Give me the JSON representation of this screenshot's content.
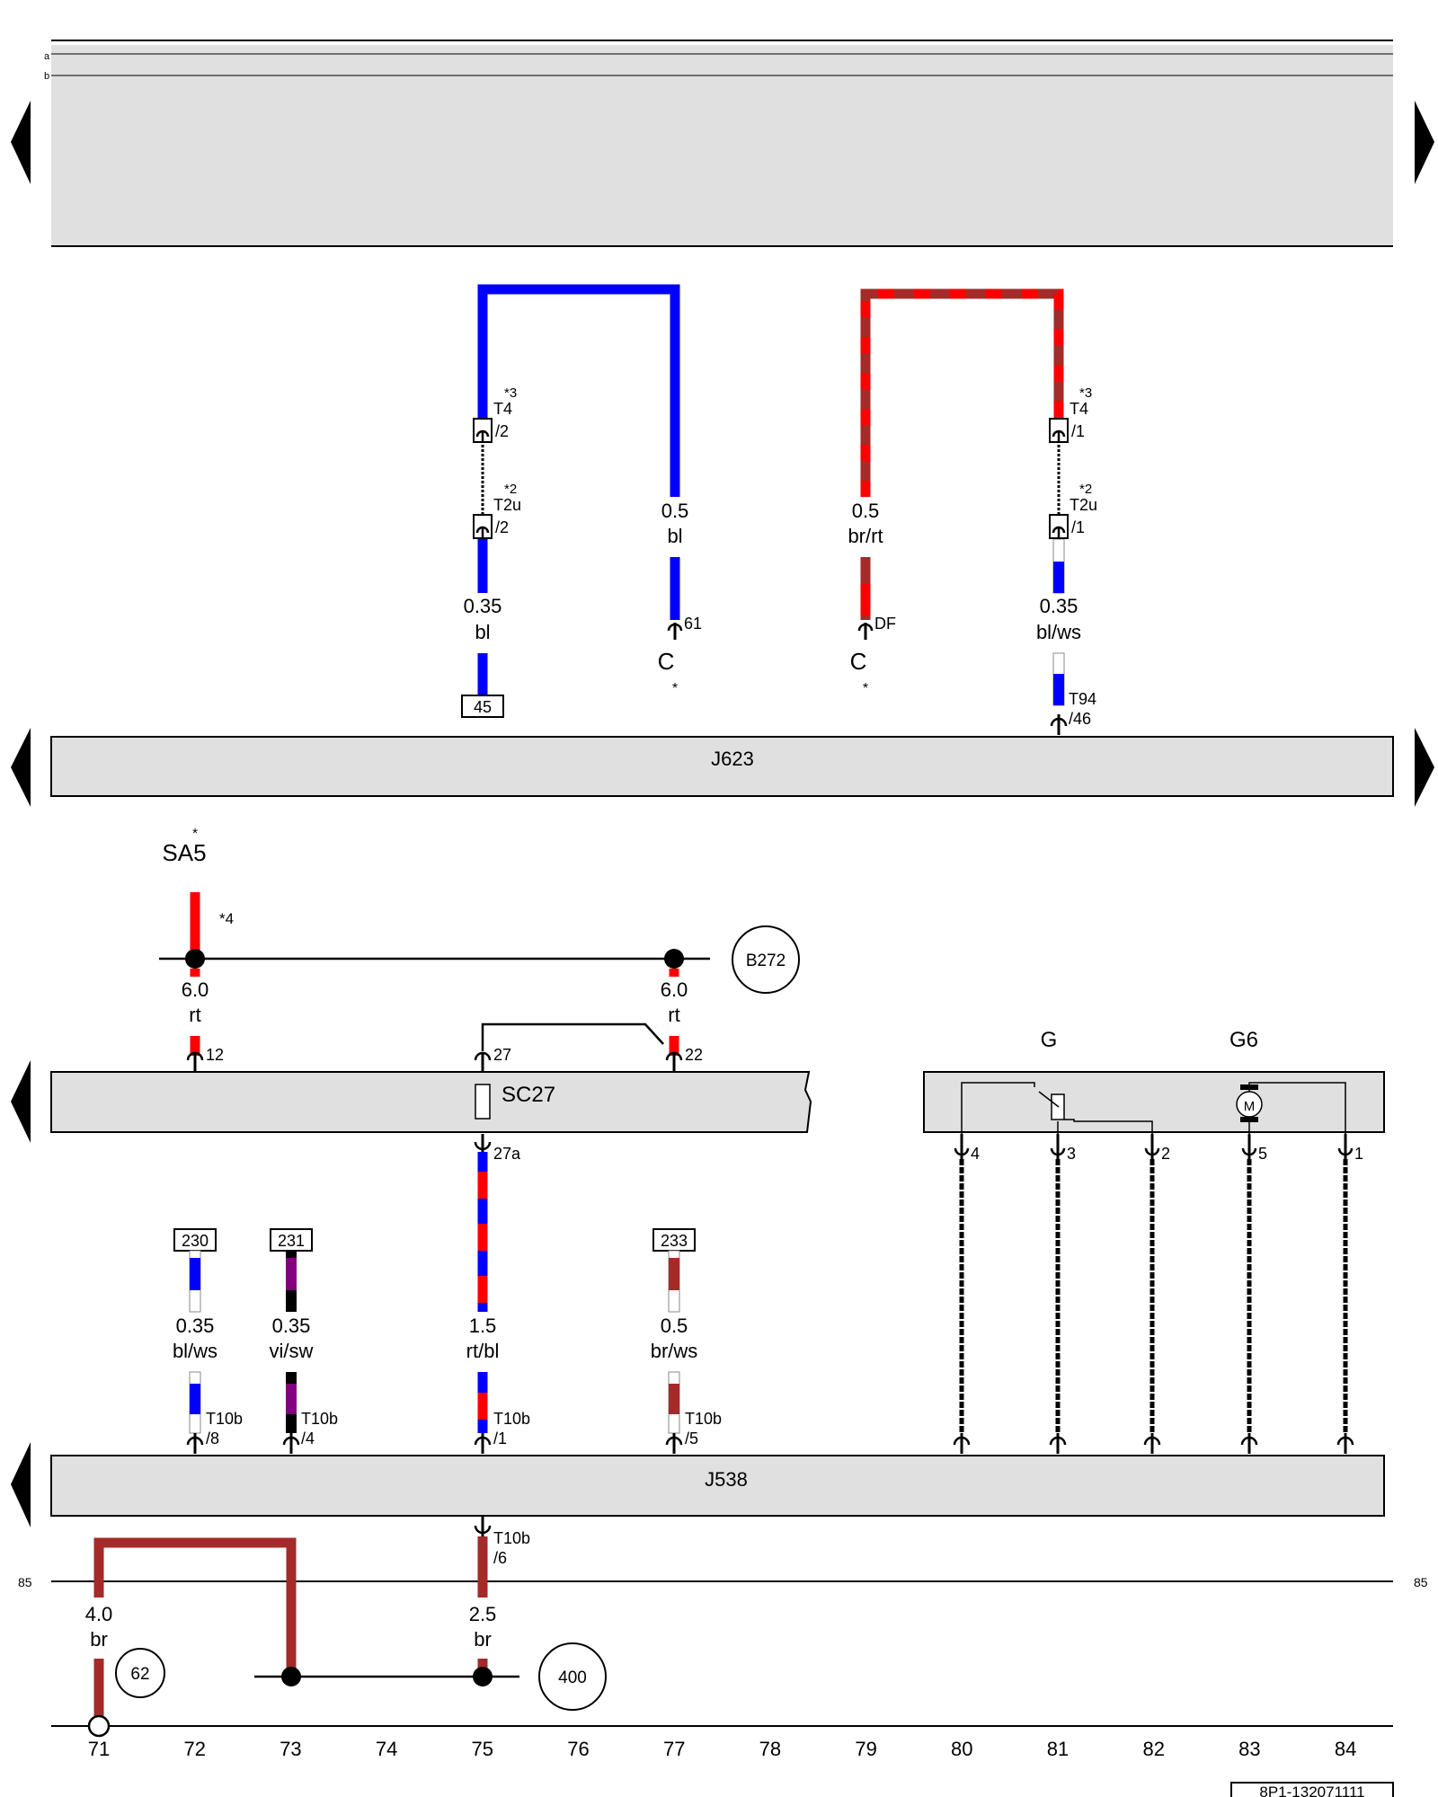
{
  "header": {
    "row_a": "a",
    "row_b": "b"
  },
  "components": {
    "j623": "J623",
    "sc27": "SC27",
    "sa5": "SA5",
    "sa5_mark": "*",
    "g": "G",
    "g6": "G6",
    "j538": "J538",
    "motor": "M"
  },
  "connections": {
    "c_left": "C",
    "c_left_mark": "*",
    "c_right": "C",
    "c_right_mark": "*"
  },
  "wires": {
    "w45_size": "0.35",
    "w45_color": "bl",
    "w61_size": "0.5",
    "w61_color": "bl",
    "wdf_size": "0.5",
    "wdf_color": "br/rt",
    "wt94_size": "0.35",
    "wt94_color": "bl/ws",
    "wsa_size": "6.0",
    "wsa_color": "rt",
    "wsc22_size": "6.0",
    "wsc22_color": "rt",
    "w230_size": "0.35",
    "w230_color": "bl/ws",
    "w231_size": "0.35",
    "w231_color": "vi/sw",
    "w27a_size": "1.5",
    "w27a_color": "rt/bl",
    "w233_size": "0.5",
    "w233_color": "br/ws",
    "w62_size": "4.0",
    "w62_color": "br",
    "w400_size": "2.5",
    "w400_color": "br"
  },
  "pins": {
    "t4_l": "T4",
    "t4_l_pin": "/2",
    "t4_l_note": "*3",
    "t2u_l": "T2u",
    "t2u_l_pin": "/2",
    "t2u_l_note": "*2",
    "t4_r": "T4",
    "t4_r_pin": "/1",
    "t4_r_note": "*3",
    "t2u_r": "T2u",
    "t2u_r_pin": "/1",
    "t2u_r_note": "*2",
    "p61": "61",
    "pdf": "DF",
    "t94": "T94",
    "t94_pin": "/46",
    "sa_note": "*4",
    "sc12": "12",
    "sc27": "27",
    "sc22": "22",
    "sc27a": "27a",
    "g4": "4",
    "g3": "3",
    "g2": "2",
    "g6_5": "5",
    "g6_1": "1",
    "t10b_8": "T10b",
    "t10b_8_pin": "/8",
    "t10b_4": "T10b",
    "t10b_4_pin": "/4",
    "t10b_1": "T10b",
    "t10b_1_pin": "/1",
    "t10b_5": "T10b",
    "t10b_5_pin": "/5",
    "t10b_6": "T10b",
    "t10b_6_pin": "/6"
  },
  "references": {
    "ref45": "45",
    "ref230": "230",
    "ref231": "231",
    "ref233": "233",
    "b272": "B272",
    "ref62": "62",
    "ref400": "400"
  },
  "ruler": {
    "marks": [
      "71",
      "72",
      "73",
      "74",
      "75",
      "76",
      "77",
      "78",
      "79",
      "80",
      "81",
      "82",
      "83",
      "84"
    ],
    "left_85": "85",
    "right_85": "85"
  },
  "footer": {
    "code": "8P1-132071111"
  },
  "colors": {
    "blue": "#0000ff",
    "red": "#ff0000",
    "brown": "#a52a2a",
    "violet": "#800080",
    "black": "#000000",
    "white": "#ffffff",
    "box_fill": "#e0e0e0"
  },
  "icons": [
    "page-prev-arrow-icon",
    "page-next-arrow-icon",
    "motor-icon",
    "potentiometer-icon",
    "connector-pin-icon"
  ]
}
